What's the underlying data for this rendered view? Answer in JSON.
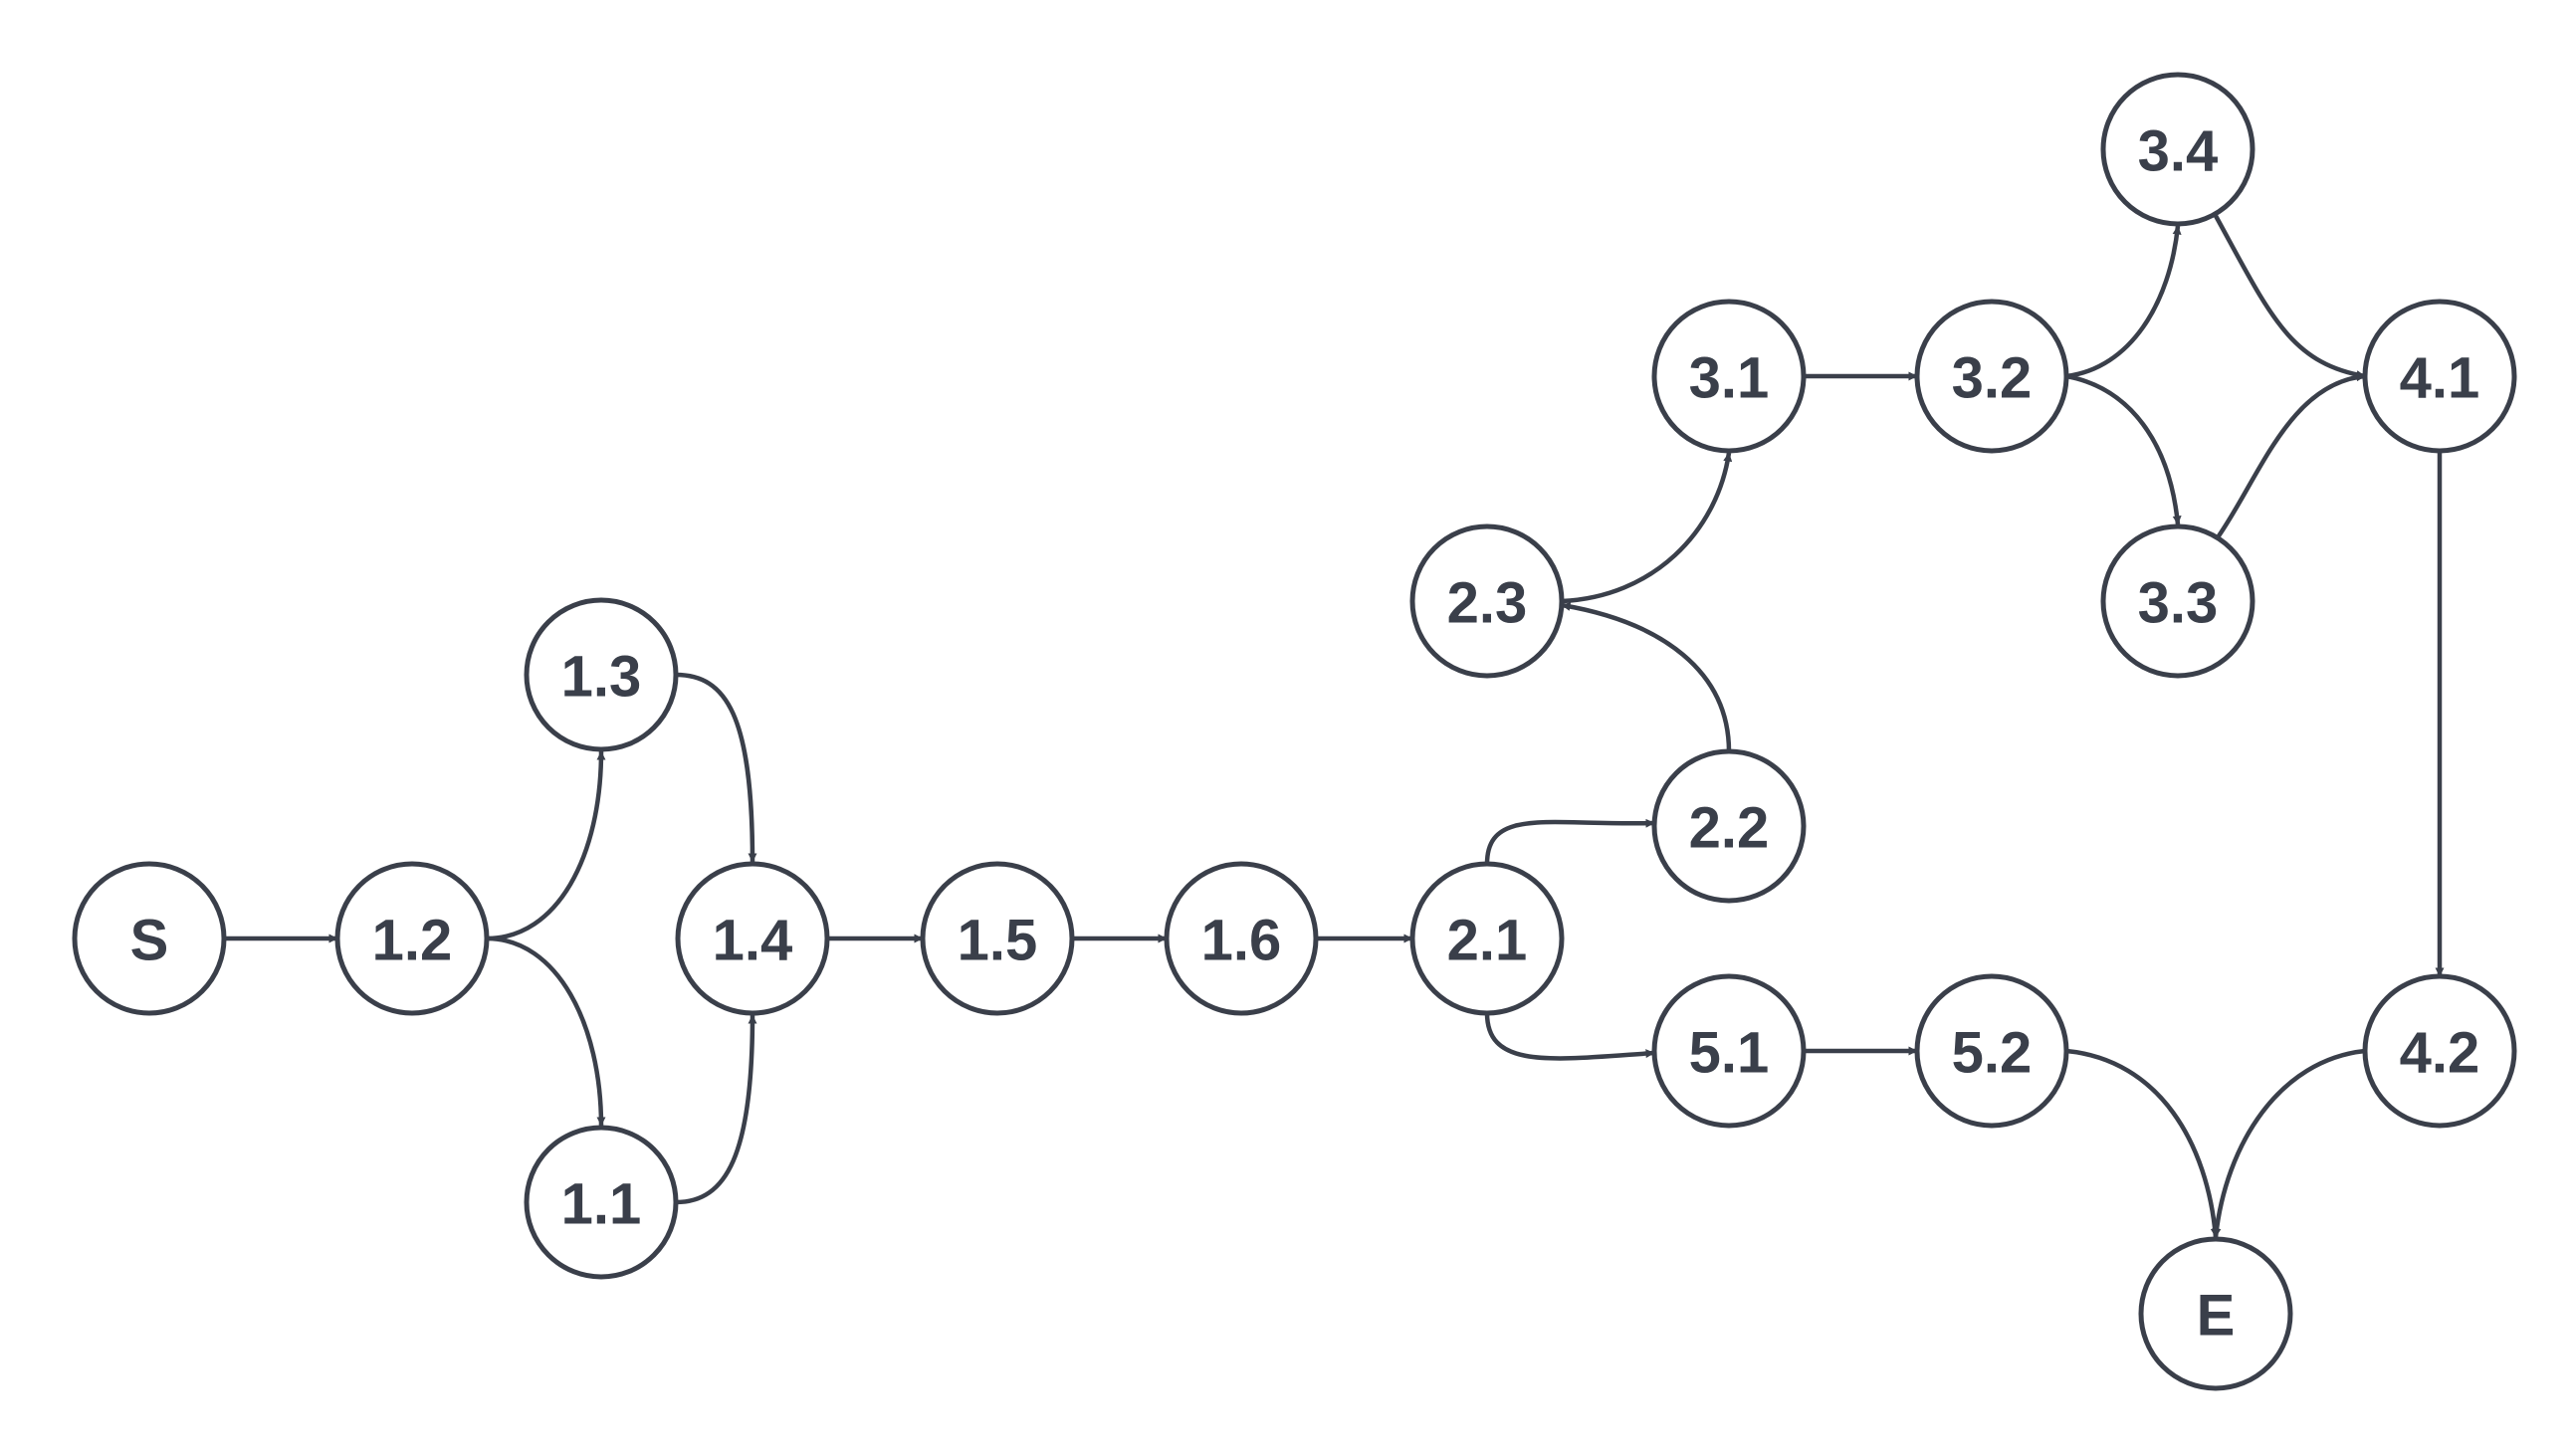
{
  "diagram": {
    "colors": {
      "stroke": "#3a3f4a",
      "node_fill": "#ffffff",
      "label": "#3a3f4a",
      "background": "#ffffff"
    },
    "nodes": [
      {
        "id": "S",
        "label": "S"
      },
      {
        "id": "1.2",
        "label": "1.2"
      },
      {
        "id": "1.3",
        "label": "1.3"
      },
      {
        "id": "1.1",
        "label": "1.1"
      },
      {
        "id": "1.4",
        "label": "1.4"
      },
      {
        "id": "1.5",
        "label": "1.5"
      },
      {
        "id": "1.6",
        "label": "1.6"
      },
      {
        "id": "2.1",
        "label": "2.1"
      },
      {
        "id": "2.2",
        "label": "2.2"
      },
      {
        "id": "2.3",
        "label": "2.3"
      },
      {
        "id": "3.1",
        "label": "3.1"
      },
      {
        "id": "3.2",
        "label": "3.2"
      },
      {
        "id": "3.3",
        "label": "3.3"
      },
      {
        "id": "3.4",
        "label": "3.4"
      },
      {
        "id": "4.1",
        "label": "4.1"
      },
      {
        "id": "4.2",
        "label": "4.2"
      },
      {
        "id": "5.1",
        "label": "5.1"
      },
      {
        "id": "5.2",
        "label": "5.2"
      },
      {
        "id": "E",
        "label": "E"
      }
    ],
    "edges": [
      {
        "from": "S",
        "to": "1.2"
      },
      {
        "from": "1.2",
        "to": "1.3"
      },
      {
        "from": "1.2",
        "to": "1.1"
      },
      {
        "from": "1.3",
        "to": "1.4"
      },
      {
        "from": "1.1",
        "to": "1.4"
      },
      {
        "from": "1.4",
        "to": "1.5"
      },
      {
        "from": "1.5",
        "to": "1.6"
      },
      {
        "from": "1.6",
        "to": "2.1"
      },
      {
        "from": "2.1",
        "to": "2.2"
      },
      {
        "from": "2.1",
        "to": "5.1"
      },
      {
        "from": "2.2",
        "to": "2.3"
      },
      {
        "from": "2.3",
        "to": "3.1"
      },
      {
        "from": "3.1",
        "to": "3.2"
      },
      {
        "from": "3.2",
        "to": "3.4"
      },
      {
        "from": "3.2",
        "to": "3.3"
      },
      {
        "from": "3.4",
        "to": "4.1"
      },
      {
        "from": "3.3",
        "to": "4.1"
      },
      {
        "from": "4.1",
        "to": "4.2"
      },
      {
        "from": "5.1",
        "to": "5.2"
      },
      {
        "from": "5.2",
        "to": "E"
      },
      {
        "from": "4.2",
        "to": "E"
      }
    ]
  }
}
